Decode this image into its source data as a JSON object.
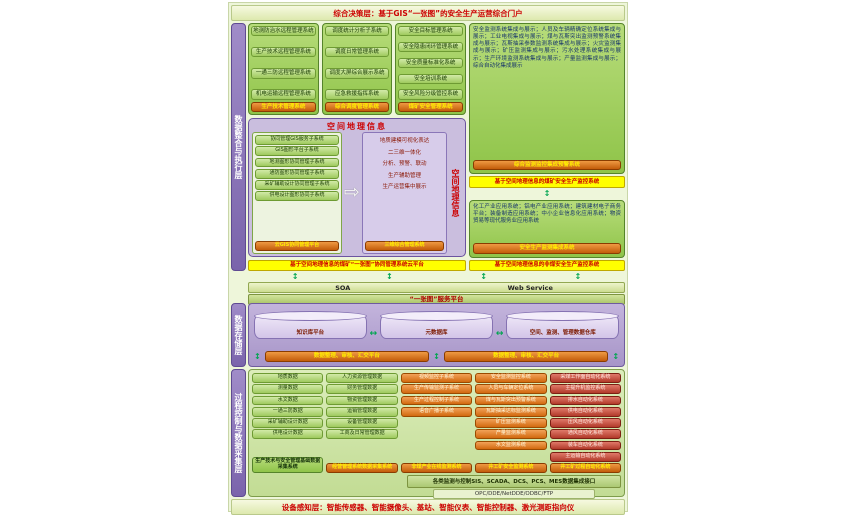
{
  "banners": {
    "top": "综合决策层：基于GIS“一张图”的安全生产运营综合门户",
    "bottom": "设备感知层：智能传感器、智能摄像头、基站、智能仪表、智能控制器、激光测距指向仪"
  },
  "layer_labels": {
    "integration": "数据整合与执行层",
    "storage": "数据存储层",
    "process": "过程控制与数据采集层"
  },
  "layer1": {
    "groups": [
      {
        "items": [
          "地测防治水远程管理系统",
          "生产技术远程管理系统",
          "一通三防远程管理系统",
          "机电运输远程管理系统"
        ],
        "footer": "生产技术管理系统"
      },
      {
        "items": [
          "调度统计分析子系统",
          "调度日常管理系统",
          "调度大屏综合展示系统",
          "应急救援指挥系统"
        ],
        "footer": "综合调度管理系统"
      },
      {
        "items": [
          "安全目标管理系统",
          "安全隐患闭环管理系统",
          "安全质量标准化系统",
          "安全培训系统",
          "安全风险分级管控系统"
        ],
        "footer": "煤矿安全管理系统"
      }
    ],
    "monitor_box": {
      "text": "安全监测系统集成与展示；人员及车辆精确定位系统集成与展示；工业电视集成与展示；煤与瓦斯突出监测预警系统集成与展示；瓦斯抽采参数监测系统集成与展示；火灾监测集成与展示；矿压监测集成与展示；污水处理系统集成与展示；生产环境监测系统集成与展示；产量监测集成与展示；综合自动化集成展示",
      "footer": "综合监测监控集成预警系统",
      "highlight": "基于空间地理信息的煤矿安全生产监控系统"
    },
    "gis_box": {
      "title": "空间地理信息",
      "left_items": [
        "协同管理GIS服务子系统",
        "GIS图形平台子系统",
        "地测图形协同管理子系统",
        "通防图形协同管理子系统",
        "采矿辅助设计协同管理子系统",
        "供电设计图形协同子系统"
      ],
      "left_footer": "云GIS协同管理平台",
      "mid_items": [
        "地质建模可视化表达",
        "二三维一体化",
        "分析、预警、联动",
        "生产辅助管理",
        "生产运营集中展示"
      ],
      "mid_footer": "三维综合管理系统",
      "side_label": "空间地理信息",
      "highlight": "基于空间地理信息的煤矿“一张图”协同管理系统云平台"
    },
    "industry_box": {
      "text": "化工产业应用系统；铝电产业应用系统；建筑建材电子商务平台；装备制造应用系统；中小企业信息化应用系统；物资贸易等现代服务业应用系统",
      "footer": "安全生产监测集成系统",
      "highlight": "基于空间地理信息的非煤安全生产监控系统"
    }
  },
  "service": {
    "soa": "SOA",
    "web_service": "Web Service",
    "platform": "“一张图”服务平台"
  },
  "storage": {
    "cylinders": [
      "知识库平台",
      "元数据库",
      "空间、监测、管理数据仓库"
    ],
    "left_bar": "数据整理、审核、汇交平台",
    "right_bar": "数据整理、审核、汇交平台"
  },
  "layer3": {
    "columns": [
      {
        "items": [
          "地质数据",
          "测量数据",
          "水文数据",
          "一通三防数据",
          "采矿辅助设计数据",
          "供电设计数据"
        ],
        "footer": "生产技术与安全管理基础数据采集系统"
      },
      {
        "items": [
          "人力资源管理数据",
          "财务管理数据",
          "物资管理数据",
          "运销管理数据",
          "设备管理数据",
          "工商及日常管理数据"
        ],
        "footer": "经营管理系统数据采集系统"
      },
      {
        "items": [
          "视频监控子系统",
          "生产传输监测子系统",
          "生产过程控制子系统",
          "语音广播子系统"
        ],
        "footer": "非煤产业在线监测系统"
      },
      {
        "items": [
          "安全监测监控系统",
          "人员与车辆定位系统",
          "煤与瓦斯突出预警系统",
          "瓦斯抽采达标监测系统",
          "矿压监测系统",
          "产量监测系统",
          "水文监测系统"
        ],
        "footer": "井工矿安全监测系统"
      },
      {
        "items": [
          "采煤工作面自动化系统",
          "主提升机监控系统",
          "排水自动化系统",
          "供电自动化系统",
          "压风自动化系统",
          "通风自动化系统",
          "装车自动化系统",
          "主运输自动化系统"
        ],
        "footer": "井工矿过程自动化系统"
      }
    ],
    "integration_bar": "各类监测与控制SIS、SCADA、DCS、PCS、MES数据集成接口",
    "protocols": "OPC/DDE/NetDDE/ODBC/FTP"
  }
}
